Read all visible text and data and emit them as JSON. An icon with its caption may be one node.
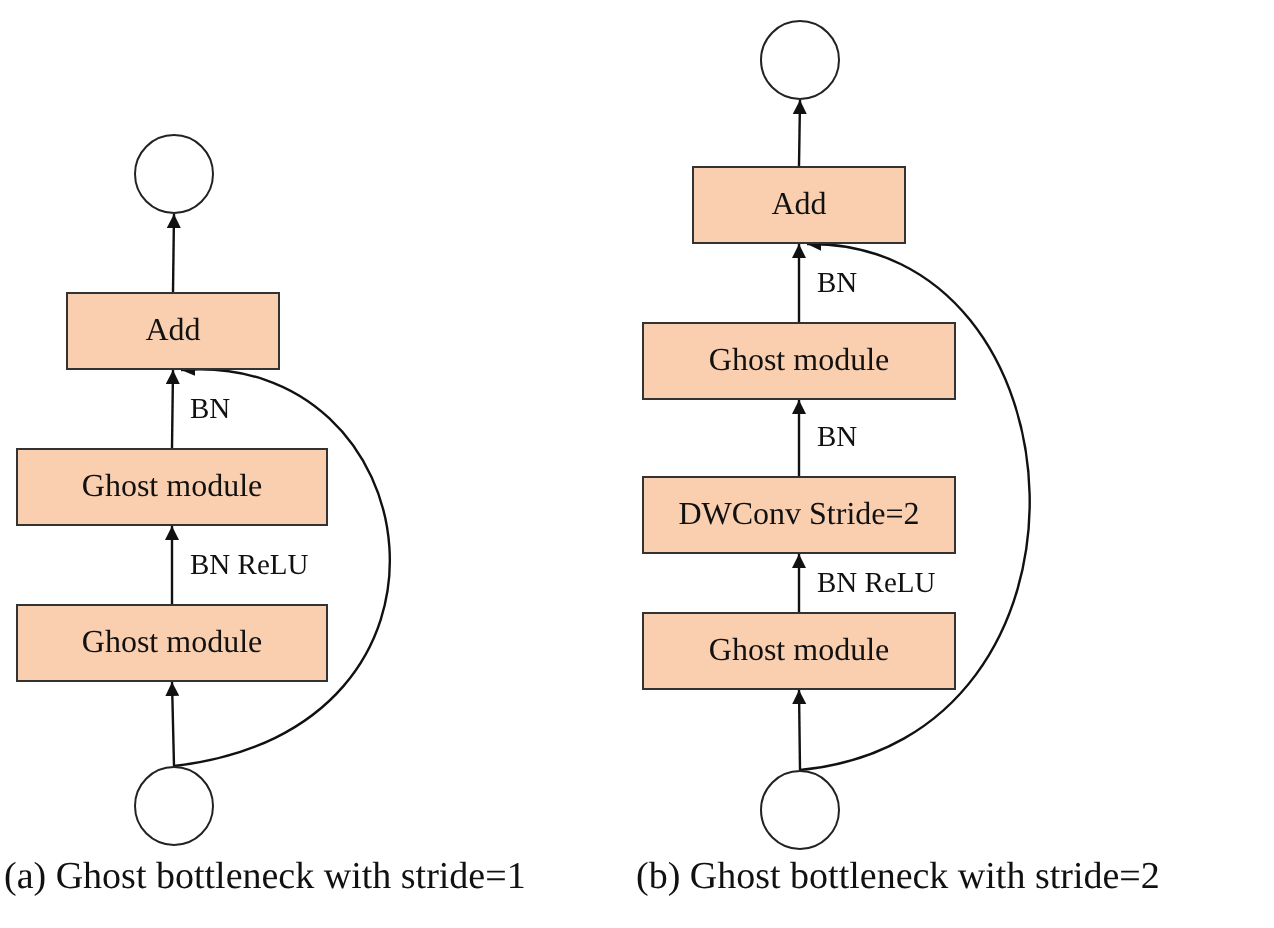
{
  "diagram": {
    "nodes": [
      {
        "text": [],
        "shape": "circle"
      },
      {
        "text": [
          "Add"
        ]
      },
      {
        "text": [
          "Ghost module"
        ]
      },
      {
        "text": [
          "Ghost module"
        ]
      },
      {
        "text": [],
        "shape": "circle"
      },
      {
        "text": [],
        "shape": "circle"
      },
      {
        "text": [
          "Add"
        ]
      },
      {
        "text": [
          "Ghost module"
        ]
      },
      {
        "text": [
          "DWConv Stride=2"
        ]
      },
      {
        "text": [
          "Ghost module"
        ]
      },
      {
        "text": [],
        "shape": "circle"
      }
    ],
    "edges": [
      {
        "from": 4,
        "to": 3,
        "arrow": "to"
      },
      {
        "from": 3,
        "to": 2,
        "arrow": "to",
        "label": "BN ReLU"
      },
      {
        "from": 2,
        "to": 1,
        "arrow": "to",
        "label": "BN"
      },
      {
        "from": 1,
        "to": 0,
        "arrow": "to"
      },
      {
        "from": 4,
        "to": 1,
        "arrow": "to"
      },
      {
        "from": 10,
        "to": 9,
        "arrow": "to"
      },
      {
        "from": 9,
        "to": 8,
        "arrow": "to",
        "label": "BN ReLU"
      },
      {
        "from": 8,
        "to": 7,
        "arrow": "to",
        "label": "BN"
      },
      {
        "from": 7,
        "to": 6,
        "arrow": "to",
        "label": "BN"
      },
      {
        "from": 6,
        "to": 5,
        "arrow": "to"
      },
      {
        "from": 10,
        "to": 6,
        "arrow": "to"
      }
    ],
    "labels": [
      "(a) Ghost bottleneck with stride=1",
      "(b) Ghost bottleneck with stride=2"
    ]
  }
}
